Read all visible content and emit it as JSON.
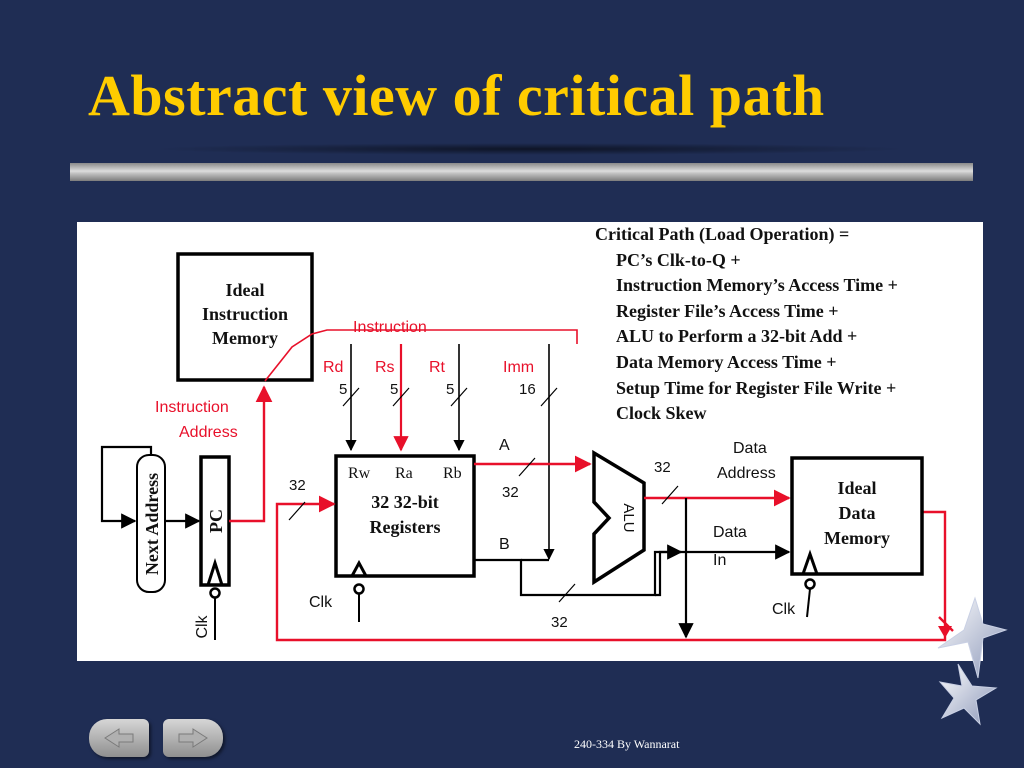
{
  "slide": {
    "title": "Abstract view of critical path",
    "footer": "240-334 By Wannarat"
  },
  "equation": {
    "head": "Critical Path (Load Operation) =",
    "terms": [
      "PC’s Clk-to-Q +",
      "Instruction Memory’s Access Time +",
      "Register File’s Access Time +",
      "ALU to Perform a 32-bit Add +",
      "Data Memory Access Time +",
      "Setup Time for Register File Write +",
      "Clock Skew"
    ]
  },
  "diagram": {
    "imem": [
      "Ideal",
      "Instruction",
      "Memory"
    ],
    "instruction": "Instruction",
    "instr_addr": [
      "Instruction",
      "Address"
    ],
    "fields": [
      "Rd",
      "Rs",
      "Rt",
      "Imm"
    ],
    "widths": [
      "5",
      "5",
      "5",
      "16"
    ],
    "next_addr": "Next Address",
    "pc": "PC",
    "clk": "Clk",
    "w32": "32",
    "reg_ports": [
      "Rw",
      "Ra",
      "Rb"
    ],
    "regs": [
      "32 32-bit",
      "Registers"
    ],
    "bus_a": "A",
    "bus_b": "B",
    "alu": "ALU",
    "data_addr": [
      "Data",
      "Address"
    ],
    "data_in": [
      "Data",
      "In"
    ],
    "dmem": [
      "Ideal",
      "Data",
      "Memory"
    ]
  },
  "colors": {
    "critical": "#e8102a",
    "wire": "#000000",
    "title": "#ffcc00",
    "background": "#1f2d54"
  },
  "icons": [
    "back-arrow-icon",
    "forward-arrow-icon",
    "star-icon"
  ]
}
